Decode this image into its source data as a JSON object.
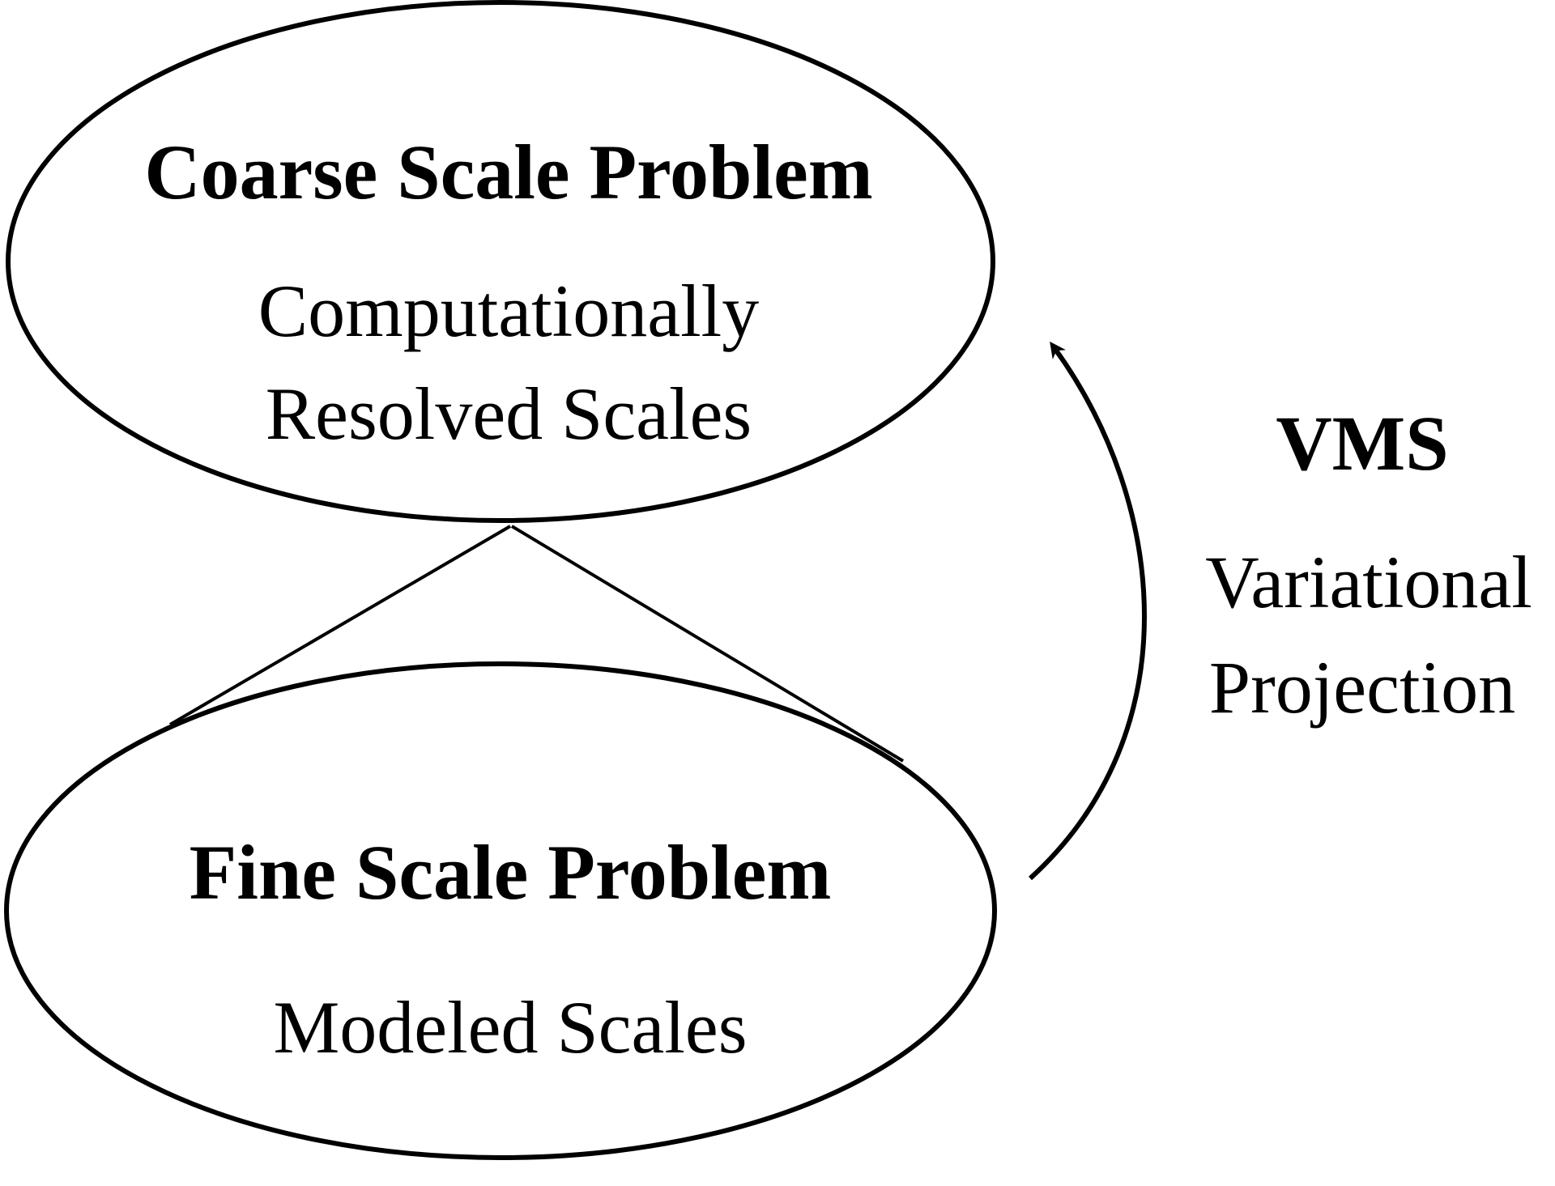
{
  "coarse": {
    "title": "Coarse Scale Problem",
    "line1": "Computationally",
    "line2": "Resolved Scales"
  },
  "fine": {
    "title": "Fine Scale Problem",
    "line1": "Modeled Scales"
  },
  "vms": {
    "title": "VMS",
    "line1": "Variational",
    "line2": "Projection"
  },
  "colors": {
    "stroke": "#000000",
    "background": "#ffffff"
  }
}
